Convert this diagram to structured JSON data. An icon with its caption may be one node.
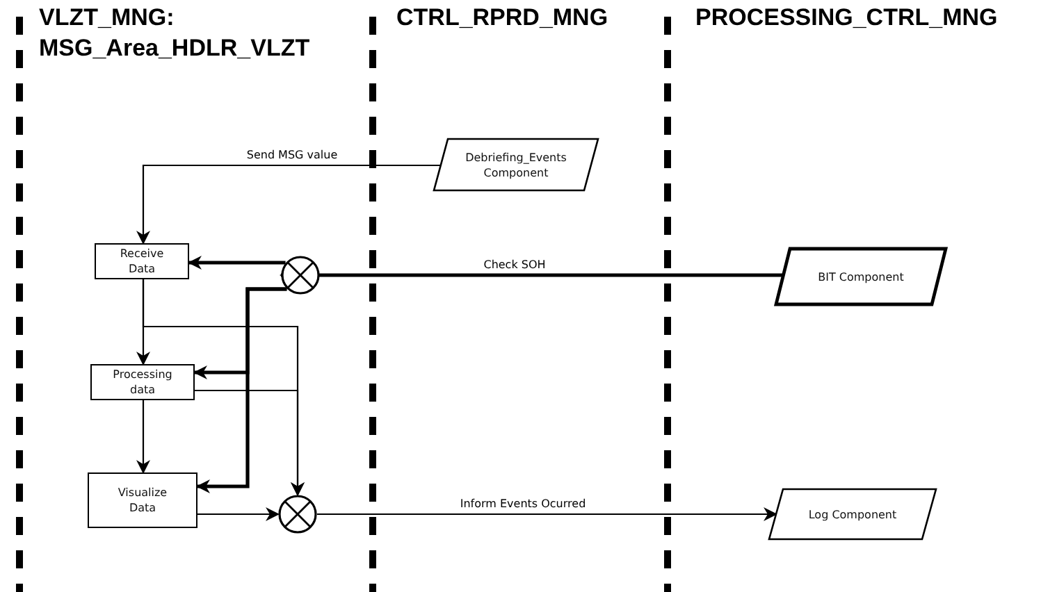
{
  "diagram": {
    "nodes": [
      {
        "text": [
          "Debriefing_Events Component"
        ]
      },
      {
        "text": [
          "BIT Component"
        ]
      },
      {
        "text": [
          "Receive Data"
        ]
      },
      {
        "text": [
          "Processing data"
        ]
      },
      {
        "text": [
          "Visualize Data"
        ]
      },
      {
        "text": [],
        "shape": "circle"
      },
      {
        "text": [],
        "shape": "circle"
      },
      {
        "text": [
          "Log Component"
        ]
      }
    ],
    "edges": [
      {
        "from": 0,
        "to": 2,
        "arrow": "to",
        "label": "Send MSG value"
      },
      {
        "from": 1,
        "to": 5,
        "arrow": "to",
        "label": "Check SOH",
        "style": "thick"
      },
      {
        "from": 5,
        "to": 2,
        "arrow": "to",
        "style": "thick"
      },
      {
        "from": 5,
        "to": 3,
        "arrow": "to",
        "style": "thick"
      },
      {
        "from": 5,
        "to": 4,
        "arrow": "to",
        "style": "thick"
      },
      {
        "from": 2,
        "to": 3,
        "arrow": "to"
      },
      {
        "from": 3,
        "to": 4,
        "arrow": "to"
      },
      {
        "from": 2,
        "to": 6,
        "arrow": "to"
      },
      {
        "from": 3,
        "to": 6,
        "arrow": "to"
      },
      {
        "from": 4,
        "to": 6,
        "arrow": "to"
      },
      {
        "from": 6,
        "to": 7,
        "arrow": "to",
        "label": "Inform Events Ocurred"
      }
    ],
    "labels": [
      "VLZT_MNG: MSG_Area_HDLR_VLZT",
      "CTRL_RPRD_MNG",
      "PROCESSING_CTRL_MNG"
    ]
  }
}
